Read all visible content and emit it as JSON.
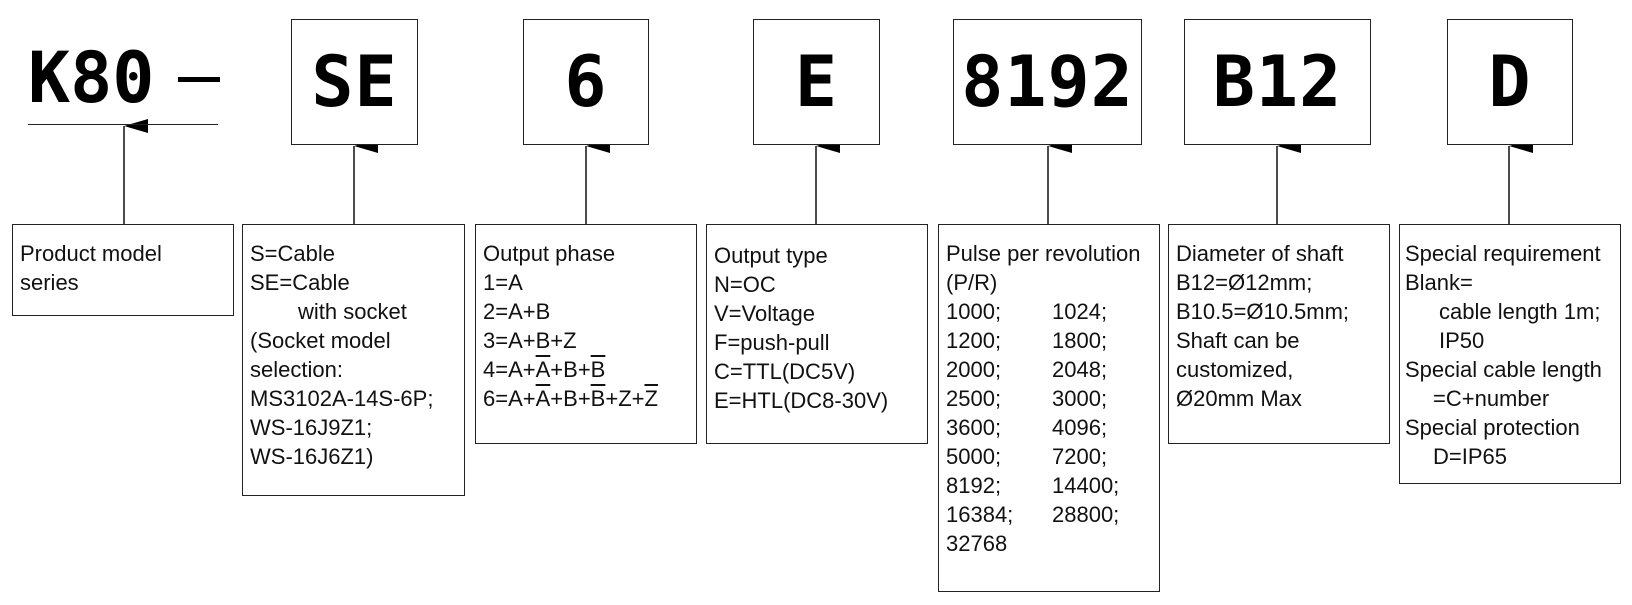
{
  "model": {
    "series_code": "K80",
    "separator": "—"
  },
  "code_boxes": {
    "cable": "SE",
    "phase": "6",
    "output": "E",
    "pulse": "8192",
    "shaft": "B12",
    "special": "D"
  },
  "descriptions": {
    "series": [
      "Product model",
      "series"
    ],
    "cable": [
      "S=Cable",
      "SE=Cable",
      "with socket",
      "(Socket model",
      "selection:",
      "MS3102A-14S-6P;",
      "WS-16J9Z1;",
      "WS-16J6Z1)"
    ],
    "phase": {
      "title": "Output phase",
      "items": [
        "1=A",
        "2=A+B",
        "3=A+B+Z"
      ]
    },
    "output_type": [
      "Output type",
      "N=OC",
      "V=Voltage",
      "F=push-pull",
      "C=TTL(DC5V)",
      "E=HTL(DC8-30V)"
    ],
    "pulse": {
      "title": "Pulse per revolution",
      "unit": "(P/R)",
      "rows": [
        [
          "1000;",
          "1024;"
        ],
        [
          "1200;",
          "1800;"
        ],
        [
          "2000;",
          "2048;"
        ],
        [
          "2500;",
          "3000;"
        ],
        [
          "3600;",
          "4096;"
        ],
        [
          "5000;",
          "7200;"
        ],
        [
          "8192;",
          "14400;"
        ],
        [
          "16384;",
          "28800;"
        ]
      ],
      "last": "32768"
    },
    "shaft": [
      "Diameter of shaft",
      "B12=Ø12mm;",
      "B10.5=Ø10.5mm;",
      "Shaft can be",
      "customized,",
      "Ø20mm Max"
    ],
    "special": [
      "Special requirement",
      "Blank=",
      "cable length 1m;",
      "IP50",
      "Special cable length",
      "=C+number",
      "Special protection",
      "D=IP65"
    ]
  }
}
